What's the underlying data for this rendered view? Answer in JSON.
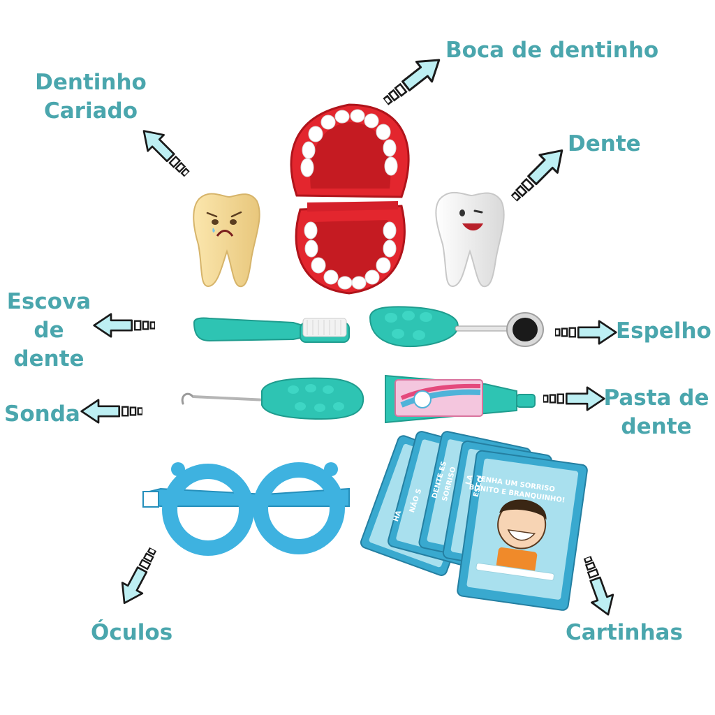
{
  "labels": {
    "boca": "Boca de dentinho",
    "dentinho_1": "Dentinho",
    "dentinho_2": "Cariado",
    "dente": "Dente",
    "escova_1": "Escova",
    "escova_2": "de",
    "escova_3": "dente",
    "espelho": "Espelho",
    "sonda": "Sonda",
    "pasta_1": "Pasta de",
    "pasta_2": "dente",
    "oculos": "Óculos",
    "cartinhas": "Cartinhas"
  },
  "cards": {
    "front_1": "TENHA UM SORRISO",
    "front_2": "BONITO E BRANQUINHO!",
    "c2_1": "DENTE ES",
    "c2_2": "SORRISO",
    "c3_1": "LA",
    "c3_2": "ESCO",
    "c4_1": "NÃO S",
    "c5_1": "HA"
  },
  "colors": {
    "label": "#4aa6ad",
    "arrow_fill": "#bdeff3",
    "teal": "#2ec4b3",
    "red": "#e3262e",
    "glasses": "#3eb2e0",
    "card": "#39a9cf"
  }
}
